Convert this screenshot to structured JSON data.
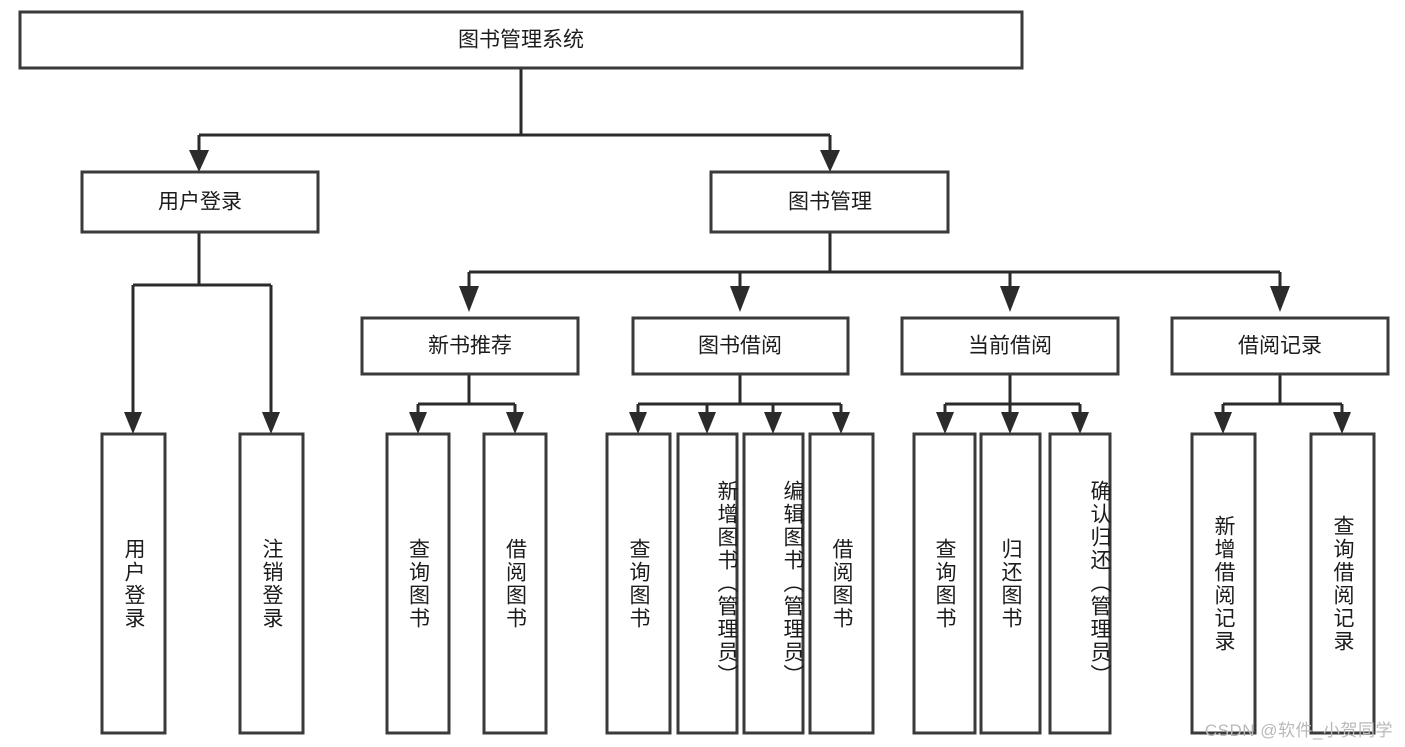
{
  "diagram": {
    "title": "图书管理系统",
    "type": "tree",
    "orientation": "top-down",
    "colors": {
      "box_stroke": "#3a3a3a",
      "box_fill": "#ffffff",
      "connector": "#2b2b2b",
      "text": "#1c1c1c",
      "background": "#ffffff",
      "watermark": "#b9b9b9"
    },
    "root": {
      "label": "图书管理系统",
      "orientation": "horizontal"
    },
    "level2": [
      {
        "label": "用户登录",
        "orientation": "horizontal"
      },
      {
        "label": "图书管理",
        "orientation": "horizontal"
      }
    ],
    "level3": [
      {
        "label": "新书推荐",
        "orientation": "horizontal"
      },
      {
        "label": "图书借阅",
        "orientation": "horizontal"
      },
      {
        "label": "当前借阅",
        "orientation": "horizontal"
      },
      {
        "label": "借阅记录",
        "orientation": "horizontal"
      }
    ],
    "leaves": {
      "user_login": [
        {
          "label": "用户登录",
          "orientation": "vertical"
        },
        {
          "label": "注销登录",
          "orientation": "vertical"
        }
      ],
      "new_book_recommend": [
        {
          "label": "查询图书",
          "orientation": "vertical"
        },
        {
          "label": "借阅图书",
          "orientation": "vertical"
        }
      ],
      "book_borrow": [
        {
          "label": "查询图书",
          "orientation": "vertical"
        },
        {
          "label": "新增图书（管理员）",
          "orientation": "vertical"
        },
        {
          "label": "编辑图书（管理员）",
          "orientation": "vertical"
        },
        {
          "label": "借阅图书",
          "orientation": "vertical"
        }
      ],
      "current_borrow": [
        {
          "label": "查询图书",
          "orientation": "vertical"
        },
        {
          "label": "归还图书",
          "orientation": "vertical"
        },
        {
          "label": "确认归还（管理员）",
          "orientation": "vertical"
        }
      ],
      "borrow_record": [
        {
          "label": "新增借阅记录",
          "orientation": "vertical"
        },
        {
          "label": "查询借阅记录",
          "orientation": "vertical"
        }
      ]
    }
  },
  "watermark": {
    "text": "CSDN @软件_小贺同学"
  }
}
